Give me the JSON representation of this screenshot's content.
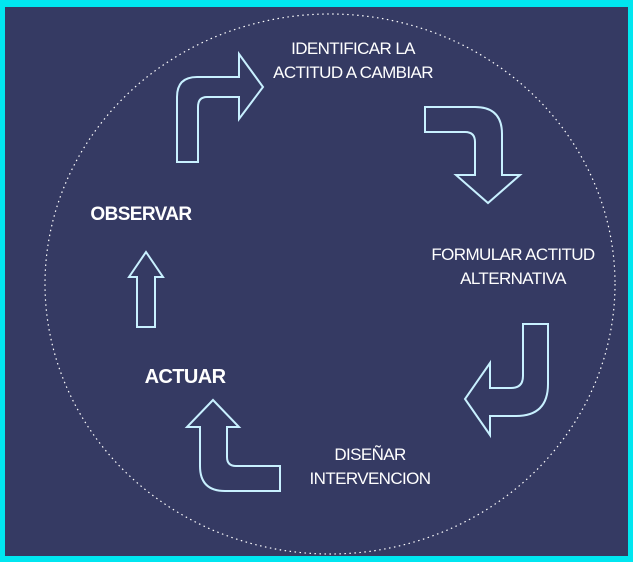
{
  "diagram": {
    "colors": {
      "background": "#353a63",
      "border": "#00e6f0",
      "arrow_stroke": "#c8f0ff",
      "text": "#ffffff"
    },
    "steps": {
      "identificar": {
        "line1": "IDENTIFICAR LA",
        "line2": "ACTITUD A CAMBIAR"
      },
      "formular": {
        "line1": "FORMULAR ACTITUD",
        "line2": "ALTERNATIVA"
      },
      "disenar": {
        "line1": "DISEÑAR",
        "line2": "INTERVENCION"
      },
      "actuar": {
        "label": "ACTUAR"
      },
      "observar": {
        "label": "OBSERVAR"
      }
    }
  }
}
